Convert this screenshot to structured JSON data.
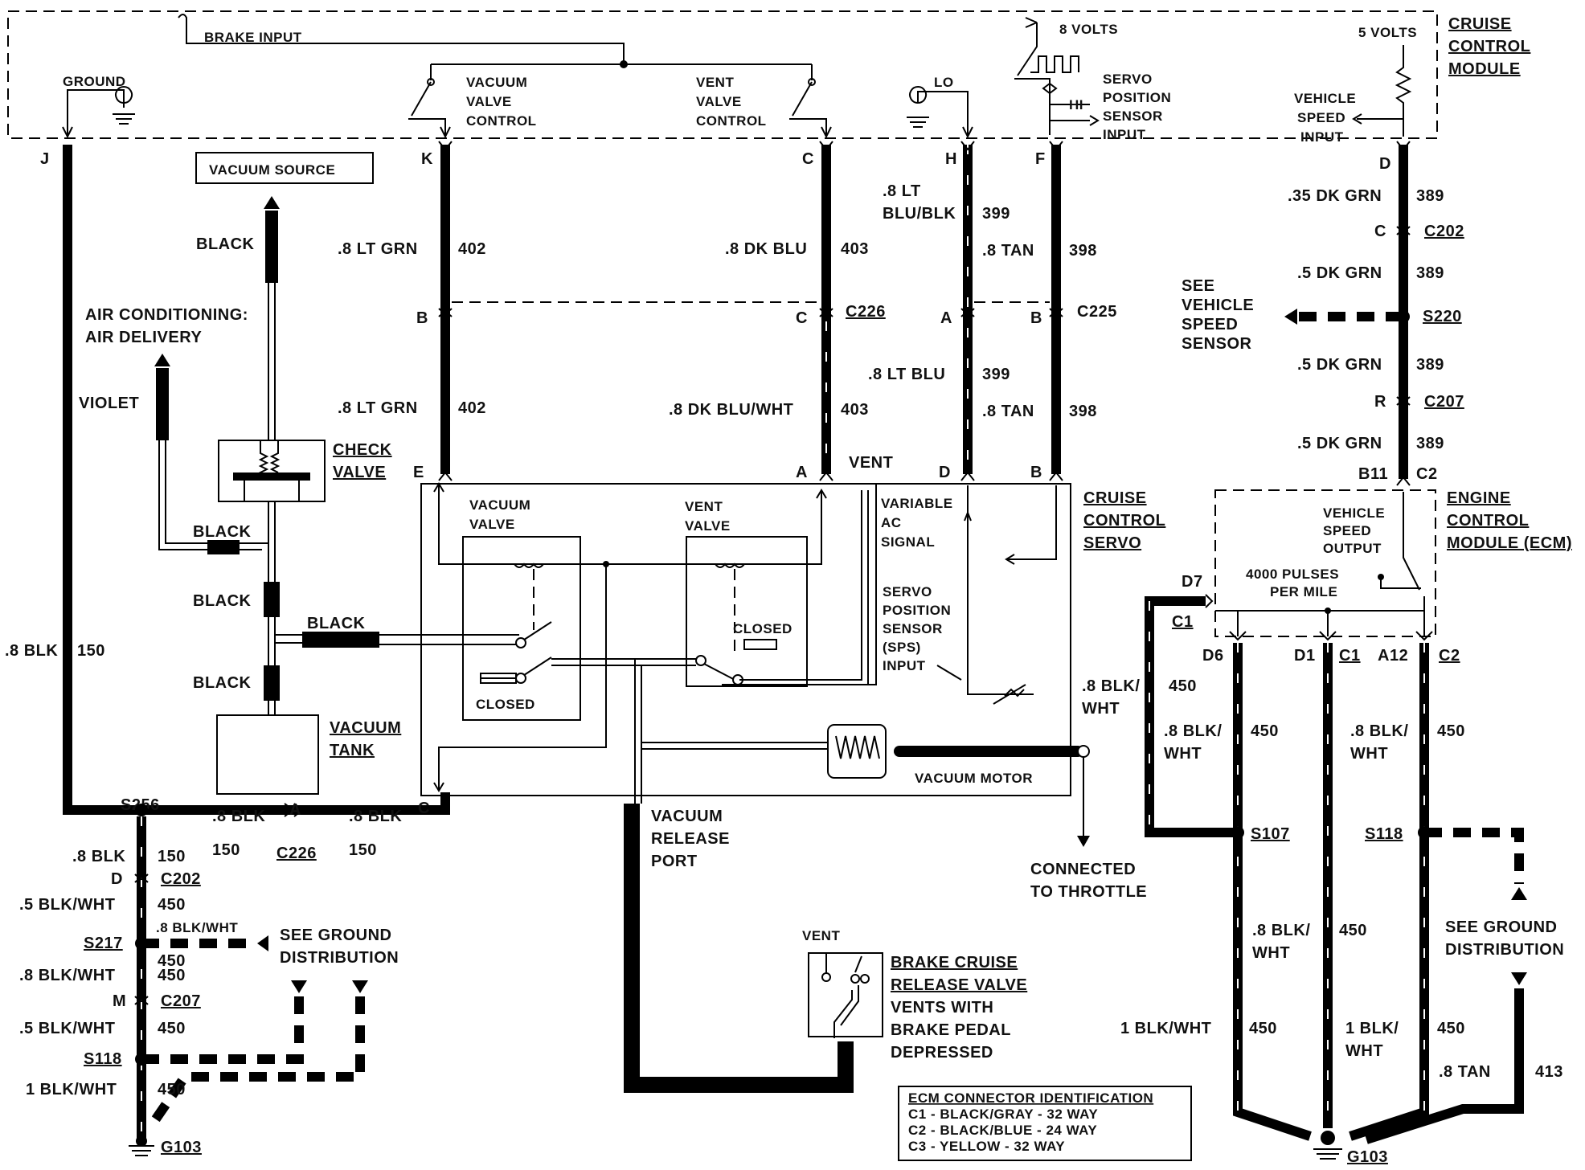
{
  "modules": {
    "cruise_control_module": [
      "CRUISE",
      "CONTROL",
      "MODULE"
    ],
    "cruise_control_servo": [
      "CRUISE",
      "CONTROL",
      "SERVO"
    ],
    "engine_control_module": [
      "ENGINE",
      "CONTROL",
      "MODULE (ECM)"
    ]
  },
  "module_labels": {
    "brake_input": "BRAKE INPUT",
    "ground": "GROUND",
    "vacuum_valve_control": [
      "VACUUM",
      "VALVE",
      "CONTROL"
    ],
    "vent_valve_control": [
      "VENT",
      "VALVE",
      "CONTROL"
    ],
    "volts_8": "8 VOLTS",
    "volts_5": "5 VOLTS",
    "lo": "LO",
    "hi": "HI",
    "servo_position_sensor_input": [
      "SERVO",
      "POSITION",
      "SENSOR",
      "INPUT"
    ],
    "vehicle_speed_input": [
      "VEHICLE",
      "SPEED",
      "INPUT"
    ]
  },
  "pins": {
    "J": "J",
    "K": "K",
    "C": "C",
    "H": "H",
    "F": "F",
    "D": "D",
    "B": "B",
    "A": "A",
    "E": "E",
    "R": "R",
    "M": "M",
    "B11": "B11",
    "C2": "C2",
    "D7": "D7",
    "C1": "C1",
    "D6": "D6",
    "D1": "D1",
    "A12": "A12"
  },
  "connectors": {
    "C202": "C202",
    "C226": "C226",
    "C225": "C225",
    "C207": "C207",
    "S220": "S220",
    "S256": "S256",
    "S217": "S217",
    "S118": "S118",
    "S107": "S107",
    "G103": "G103"
  },
  "wires": {
    "blk_150": ".8 BLK",
    "blk_150_circuit": "150",
    "lt_grn": ".8 LT GRN",
    "lt_grn_circuit": "402",
    "dk_blu": ".8 DK BLU",
    "dk_blu_circuit": "403",
    "dk_blu_wht": ".8 DK BLU/WHT",
    "lt_blu_blk": [
      ".8 LT",
      "BLU/BLK"
    ],
    "lt_blu_circuit": "399",
    "lt_blu": ".8 LT BLU",
    "tan_398": ".8 TAN",
    "tan_circuit": "398",
    "dk_grn_35": ".35 DK GRN",
    "dk_grn_5": ".5 DK GRN",
    "dk_grn_circuit": "389",
    "blk_wht_5": ".5 BLK/WHT",
    "blk_wht_8": ".8 BLK/WHT",
    "blk_wht_1": "1 BLK/WHT",
    "blk_wht_circuit": "450",
    "blk_wht_split_8": [
      ".8 BLK/",
      "WHT"
    ],
    "blk_wht_split_1": [
      "1 BLK/",
      "WHT"
    ],
    "tan_413": ".8 TAN",
    "tan_413_circuit": "413"
  },
  "vacuum": {
    "source": "VACUUM SOURCE",
    "black": "BLACK",
    "violet": "VIOLET",
    "ac_delivery": [
      "AIR CONDITIONING:",
      "AIR DELIVERY"
    ],
    "check_valve": [
      "CHECK",
      "VALVE"
    ],
    "vacuum_tank": [
      "VACUUM",
      "TANK"
    ],
    "release_port": [
      "VACUUM",
      "RELEASE",
      "PORT"
    ],
    "connected_to_throttle": [
      "CONNECTED",
      "TO THROTTLE"
    ],
    "brake_cruise_release": [
      "BRAKE CRUISE",
      "RELEASE VALVE",
      "VENTS WITH",
      "BRAKE PEDAL",
      "DEPRESSED"
    ],
    "vent": "VENT"
  },
  "servo": {
    "vacuum_valve": [
      "VACUUM",
      "VALVE"
    ],
    "vent_valve": [
      "VENT",
      "VALVE"
    ],
    "closed": "CLOSED",
    "variable_ac_signal": [
      "VARIABLE",
      "AC",
      "SIGNAL"
    ],
    "sps_input": [
      "SERVO",
      "POSITION",
      "SENSOR",
      "(SPS)",
      "INPUT"
    ],
    "vacuum_motor": "VACUUM MOTOR",
    "vent": "VENT"
  },
  "ecm": {
    "vehicle_speed_output": [
      "VEHICLE",
      "SPEED",
      "OUTPUT"
    ],
    "pulses": [
      "4000 PULSES",
      "PER MILE"
    ]
  },
  "references": {
    "see_vehicle_speed_sensor": [
      "SEE",
      "VEHICLE",
      "SPEED",
      "SENSOR"
    ],
    "see_ground_distribution": [
      "SEE GROUND",
      "DISTRIBUTION"
    ]
  },
  "legend": {
    "title": "ECM CONNECTOR IDENTIFICATION",
    "lines": [
      "C1 - BLACK/GRAY - 32 WAY",
      "C2 - BLACK/BLUE - 24 WAY",
      "C3 - YELLOW - 32 WAY"
    ]
  }
}
